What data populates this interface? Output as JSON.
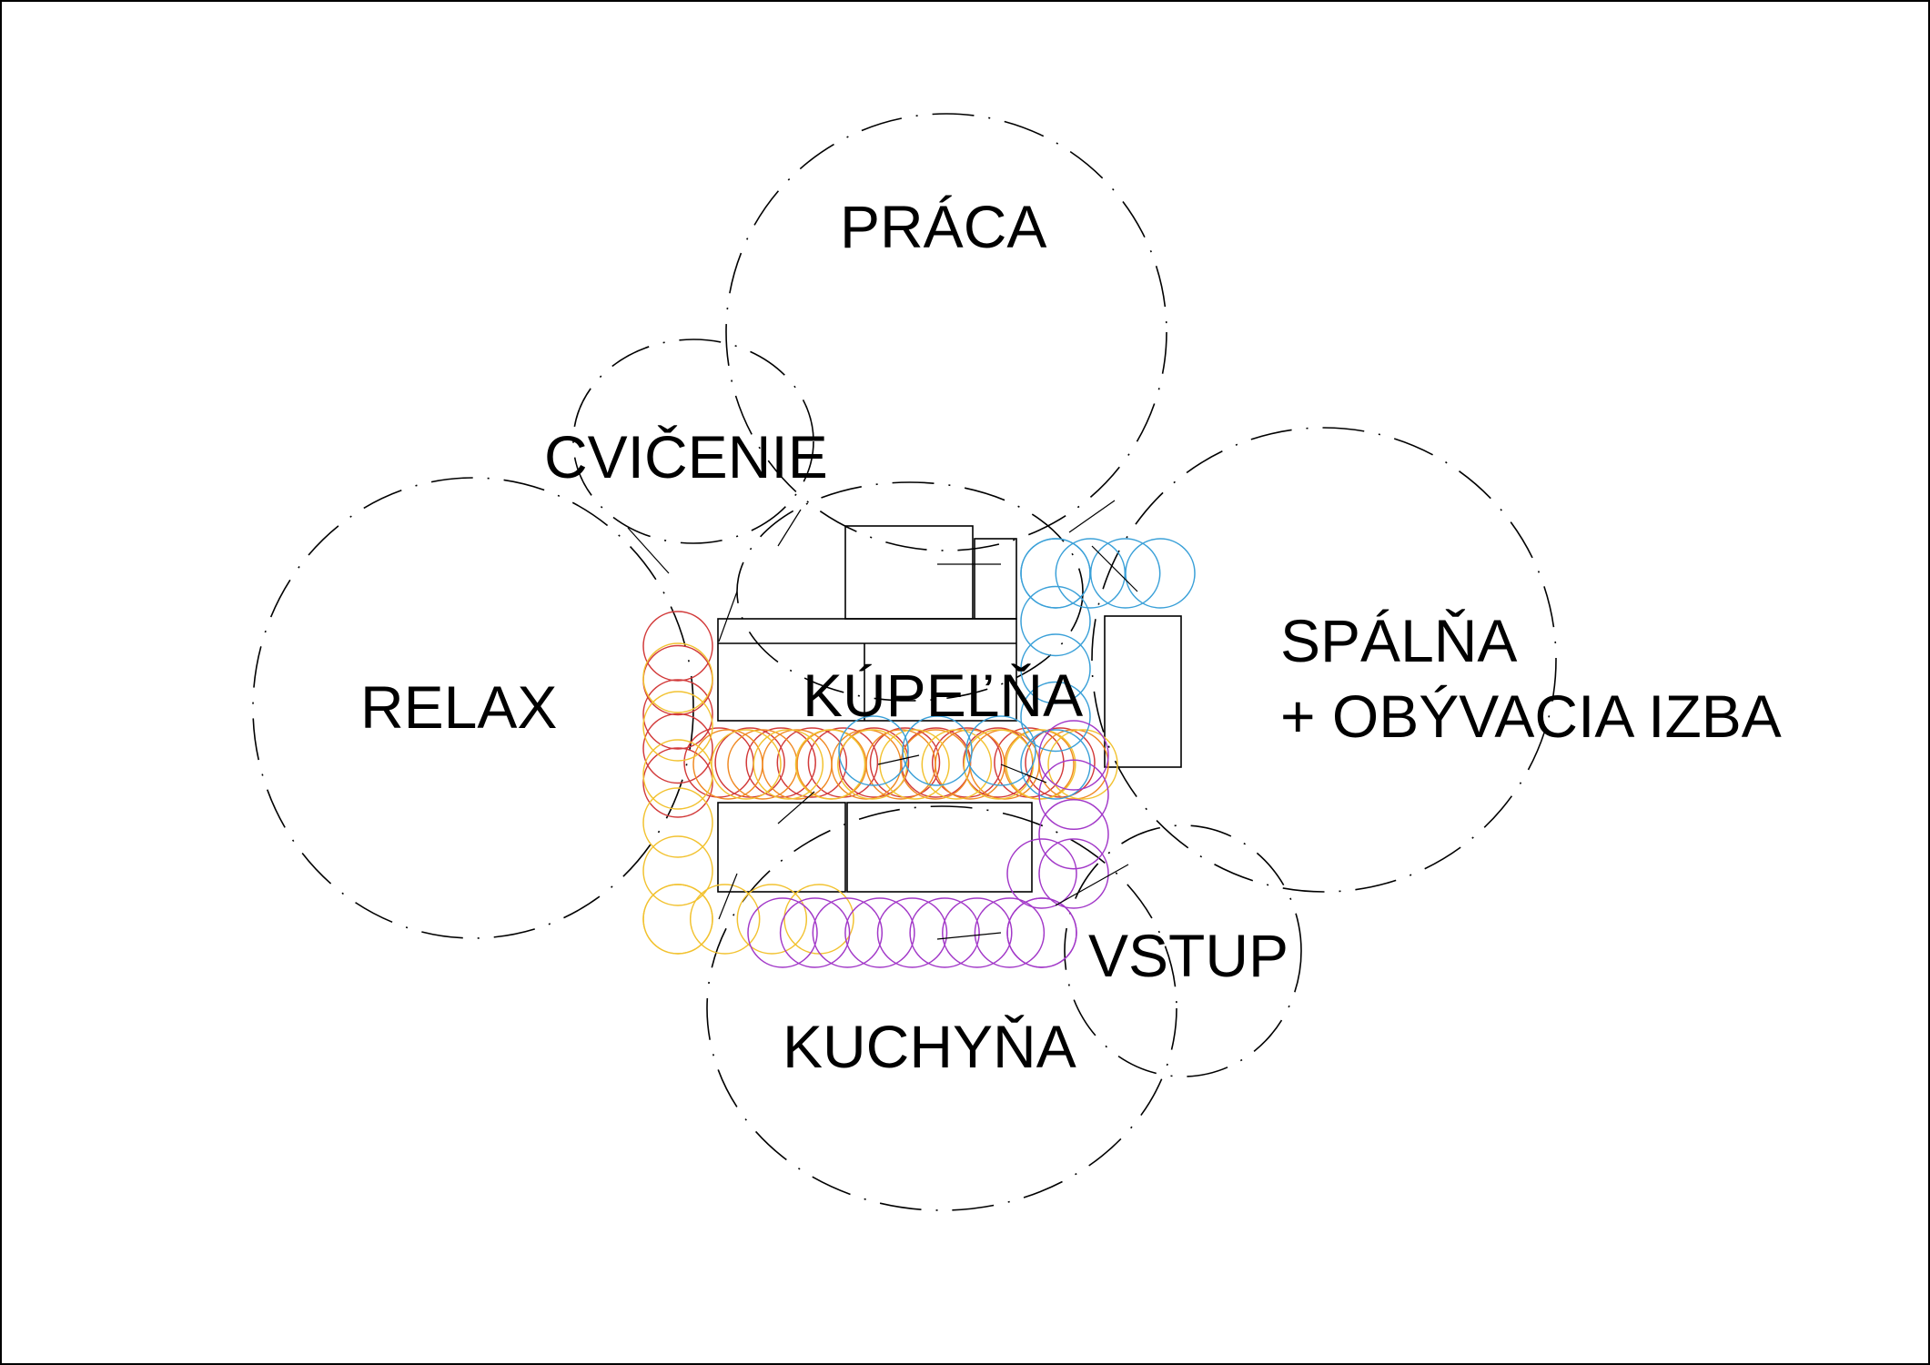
{
  "zones": [
    {
      "id": "praca",
      "label": "PRÁCA"
    },
    {
      "id": "cvicenie",
      "label": "CVIČENIE"
    },
    {
      "id": "relax",
      "label": "RELAX"
    },
    {
      "id": "kupelna",
      "label": "KÚPEĽŇA"
    },
    {
      "id": "spalna",
      "label_line1": "SPÁLŇA",
      "label_line2": "+ OBÝVACIA IZBA"
    },
    {
      "id": "vstup",
      "label": "VSTUP"
    },
    {
      "id": "kuchyna",
      "label": "KUCHYŇA"
    }
  ],
  "colors": {
    "zone_outline": "#000000",
    "circulation_red": "#d23a3a",
    "circulation_yellow": "#f2c230",
    "circulation_orange": "#f08a24",
    "circulation_blue": "#3aa0d8",
    "circulation_purple": "#a238c8"
  }
}
